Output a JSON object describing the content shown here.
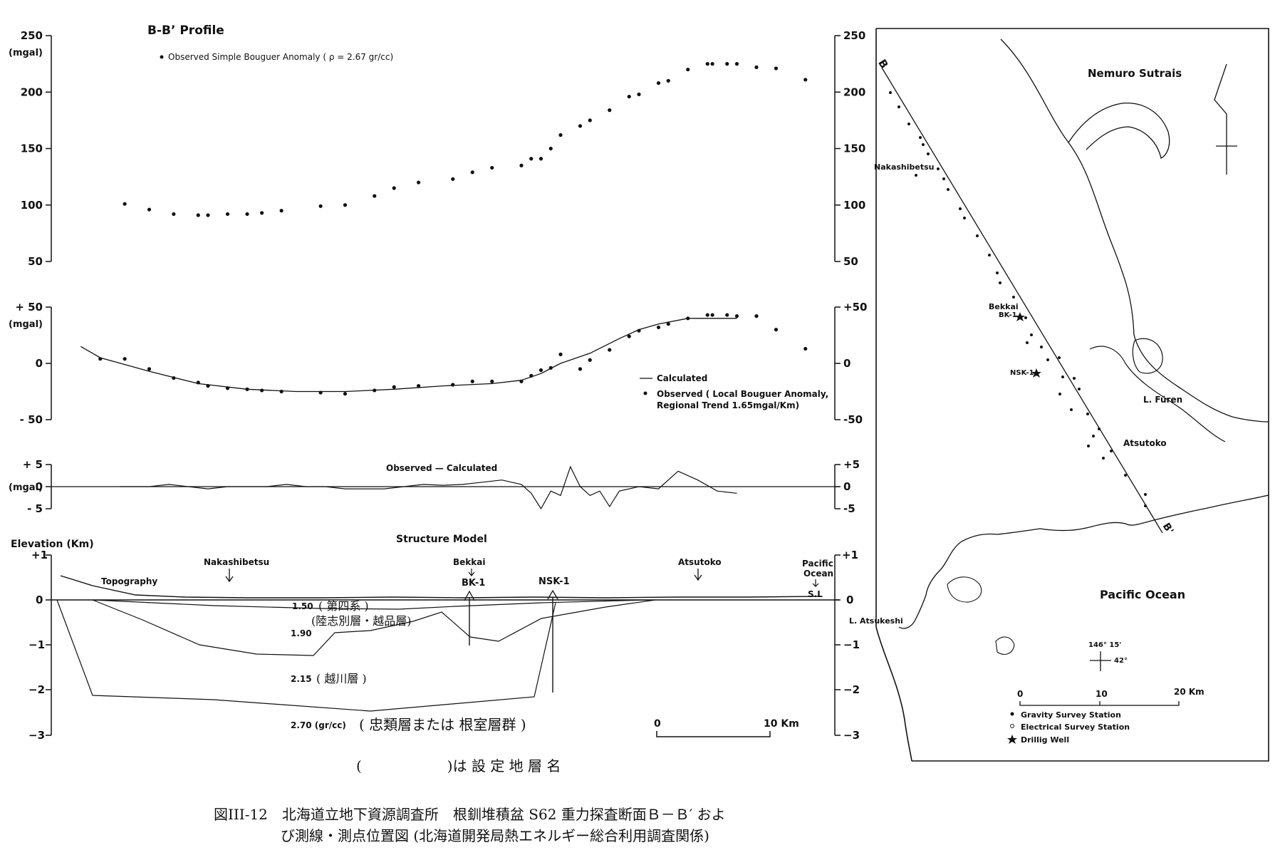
{
  "profile": {
    "title": "B-B’ Profile",
    "legend_observed_simple": "Observed Simple Bouguer Anomaly ( ρ = 2.67 gr/cc)",
    "legend_calculated": "Calculated",
    "legend_observed_local_1": "Observed ( Local Bouguer Anomaly,",
    "legend_observed_local_2": "Regional Trend  1.65mgal/Km)",
    "residual_label": "Observed — Calculated",
    "structure_title": "Structure Model",
    "elevation_label": "Elevation (Km)",
    "mgal_label": "(mgal)"
  },
  "structure": {
    "topography": "Topography",
    "nakashibetsu": "Nakashibetsu",
    "bekkai": "Bekkai",
    "bk1": "BK-1",
    "nsk1": "NSK-1",
    "atsutoko": "Atsutoko",
    "pacific_1": "Pacific",
    "pacific_2": "Ocean",
    "sl": "S.L",
    "layer_150": "1.50",
    "layer_150_jp": "( 第四系 )",
    "layer_190": "1.90",
    "layer_190_jp": "(陸志別層・越品層)",
    "layer_215": "2.15",
    "layer_215_jp": "( 越川層 )",
    "layer_270": "2.70  (gr/cc)",
    "layer_270_jp": "( 忠類層または 根室層群 )",
    "scale_0": "0",
    "scale_10": "10 Km",
    "note": "(　　　　　　)は 設 定 地 層 名"
  },
  "map": {
    "nemuro": "Nemuro Sutrais",
    "nakashibetsu": "Nakashibetsu",
    "bekkai": "Bekkai",
    "bk1": "BK-1",
    "nsk1": "NSK-1",
    "lfuren": "L. Füren",
    "atsutoko": "Atsutoko",
    "pacific": "Pacific  Ocean",
    "latsukeshi": "L. Atsukeshi",
    "coord_lon": "146° 15'",
    "coord_lat": "42°",
    "scale_0": "0",
    "scale_10": "10",
    "scale_20": "20  Km",
    "legend_gravity": "Gravity  Survey  Station",
    "legend_electrical": "Electrical  Survey  Station",
    "legend_well": "Drillig  Well",
    "b_label": "B",
    "bprime_label": "B'"
  },
  "caption": {
    "line1": "図III-12　北海道立地下資源調査所　根釧堆積盆 S62 重力探査断面Ｂ－Ｂ′ およ",
    "line2": "び測線・測点位置図 (北海道開発局熱エネルギー総合利用調査関係)"
  },
  "chart_data": [
    {
      "type": "scatter",
      "name": "Observed Simple Bouguer Anomaly",
      "ylim": [
        50,
        250
      ],
      "yticks": [
        "250",
        "200",
        "150",
        "100",
        "50"
      ],
      "x_km": [
        7.5,
        10,
        12.5,
        15,
        16,
        18,
        20,
        21.5,
        23.5,
        27.5,
        30,
        33,
        35,
        37.5,
        41,
        43,
        45,
        48,
        49,
        50,
        51,
        52,
        54,
        55,
        57,
        59,
        60,
        62,
        63,
        65,
        67,
        67.5,
        69,
        70,
        72,
        74,
        77
      ],
      "values": [
        101,
        96,
        92,
        91,
        91,
        92,
        92,
        93,
        95,
        99,
        100,
        108,
        115,
        120,
        123,
        129,
        133,
        135,
        141,
        141,
        150,
        162,
        170,
        175,
        184,
        196,
        198,
        208,
        210,
        220,
        225,
        225,
        225,
        225,
        222,
        221,
        211
      ]
    },
    {
      "type": "line",
      "name": "Local Bouguer Anomaly",
      "ylim": [
        -50,
        50
      ],
      "yticks": [
        "+ 50",
        "0",
        "- 50"
      ],
      "x_km": [
        5,
        7.5,
        10,
        12.5,
        15,
        16,
        18,
        20,
        21.5,
        23.5,
        27.5,
        30,
        33,
        35,
        37.5,
        41,
        43,
        45,
        48,
        49,
        50,
        51,
        52,
        54,
        55,
        57,
        59,
        60,
        62,
        63,
        65,
        67,
        67.5,
        69,
        70,
        72,
        74,
        77
      ],
      "observed": [
        4,
        4,
        -5,
        -13,
        -17,
        -20,
        -22,
        -23,
        -24,
        -25,
        -26,
        -27,
        -24,
        -21,
        -20,
        -19,
        -16,
        -16,
        -16,
        -11,
        -6,
        -4,
        8,
        -5,
        3,
        12,
        24,
        29,
        32,
        35,
        40,
        43,
        43,
        43,
        42,
        42,
        30,
        13
      ],
      "calculated_x": [
        3,
        5,
        10,
        15,
        20,
        25,
        30,
        35,
        40,
        45,
        48,
        50,
        52,
        55,
        58,
        60,
        62,
        65,
        68,
        70
      ],
      "calculated": [
        15,
        5,
        -7,
        -18,
        -23,
        -25,
        -25,
        -23,
        -20,
        -18,
        -15,
        -9,
        0,
        9,
        22,
        30,
        35,
        40,
        40,
        40
      ]
    },
    {
      "type": "line",
      "name": "Observed - Calculated",
      "ylim": [
        -5,
        5
      ],
      "yticks": [
        "+ 5",
        "0",
        "- 5"
      ],
      "x_km": [
        7,
        10,
        12,
        14,
        16,
        18,
        20,
        22,
        24,
        26,
        28,
        30,
        32,
        34,
        36,
        38,
        40,
        42,
        44,
        46,
        48,
        49,
        50,
        51,
        52,
        53,
        54,
        55,
        56,
        57,
        58,
        60,
        62,
        64,
        66,
        68,
        70
      ],
      "values": [
        0,
        0,
        0.5,
        0,
        -0.5,
        0,
        0,
        0,
        0.5,
        0,
        0,
        -0.5,
        -0.5,
        -0.5,
        0,
        0.5,
        0.3,
        0.5,
        1,
        1.5,
        0.5,
        -1.5,
        -5,
        -1,
        -2,
        4.5,
        0,
        -2,
        -1,
        -4.5,
        -1,
        0,
        -0.5,
        3.5,
        1.5,
        -1,
        -1.5
      ]
    }
  ]
}
